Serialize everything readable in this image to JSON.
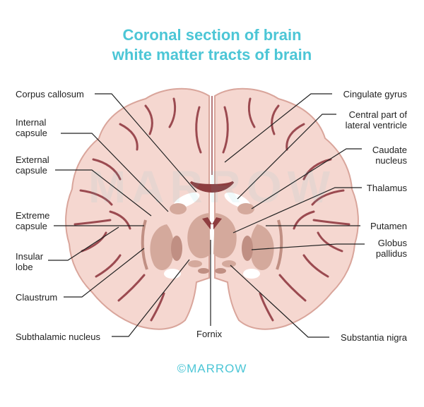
{
  "title": {
    "line1": "Coronal section of brain",
    "line2": "white matter tracts of brain"
  },
  "labels": {
    "corpus_callosum": "Corpus callosum",
    "internal_capsule": [
      "Internal",
      "capsule"
    ],
    "external_capsule": [
      "External",
      "capsule"
    ],
    "extreme_capsule": [
      "Extreme",
      "capsule"
    ],
    "insular_lobe": [
      "Insular",
      "lobe"
    ],
    "claustrum": "Claustrum",
    "subthalamic_nucleus": "Subthalamic nucleus",
    "fornix": "Fornix",
    "cingulate_gyrus": "Cingulate gyrus",
    "central_part_lateral_ventricle": [
      "Central part of",
      "lateral ventricle"
    ],
    "caudate_nucleus": [
      "Caudate",
      "nucleus"
    ],
    "thalamus": "Thalamus",
    "putamen": "Putamen",
    "globus_pallidus": [
      "Globus",
      "pallidus"
    ],
    "substantia_nigra": "Substantia nigra"
  },
  "credit": "©MARROW",
  "watermark": "MARROW",
  "colors": {
    "title": "#4cc6d6",
    "brain_fill": "#f5d7d0",
    "brain_outline": "#d9a59b",
    "sulcus": "#9b4a50",
    "deep_nuclei": "#d4a99c",
    "ventricle": "#ffffff",
    "leader_line": "#222222"
  }
}
